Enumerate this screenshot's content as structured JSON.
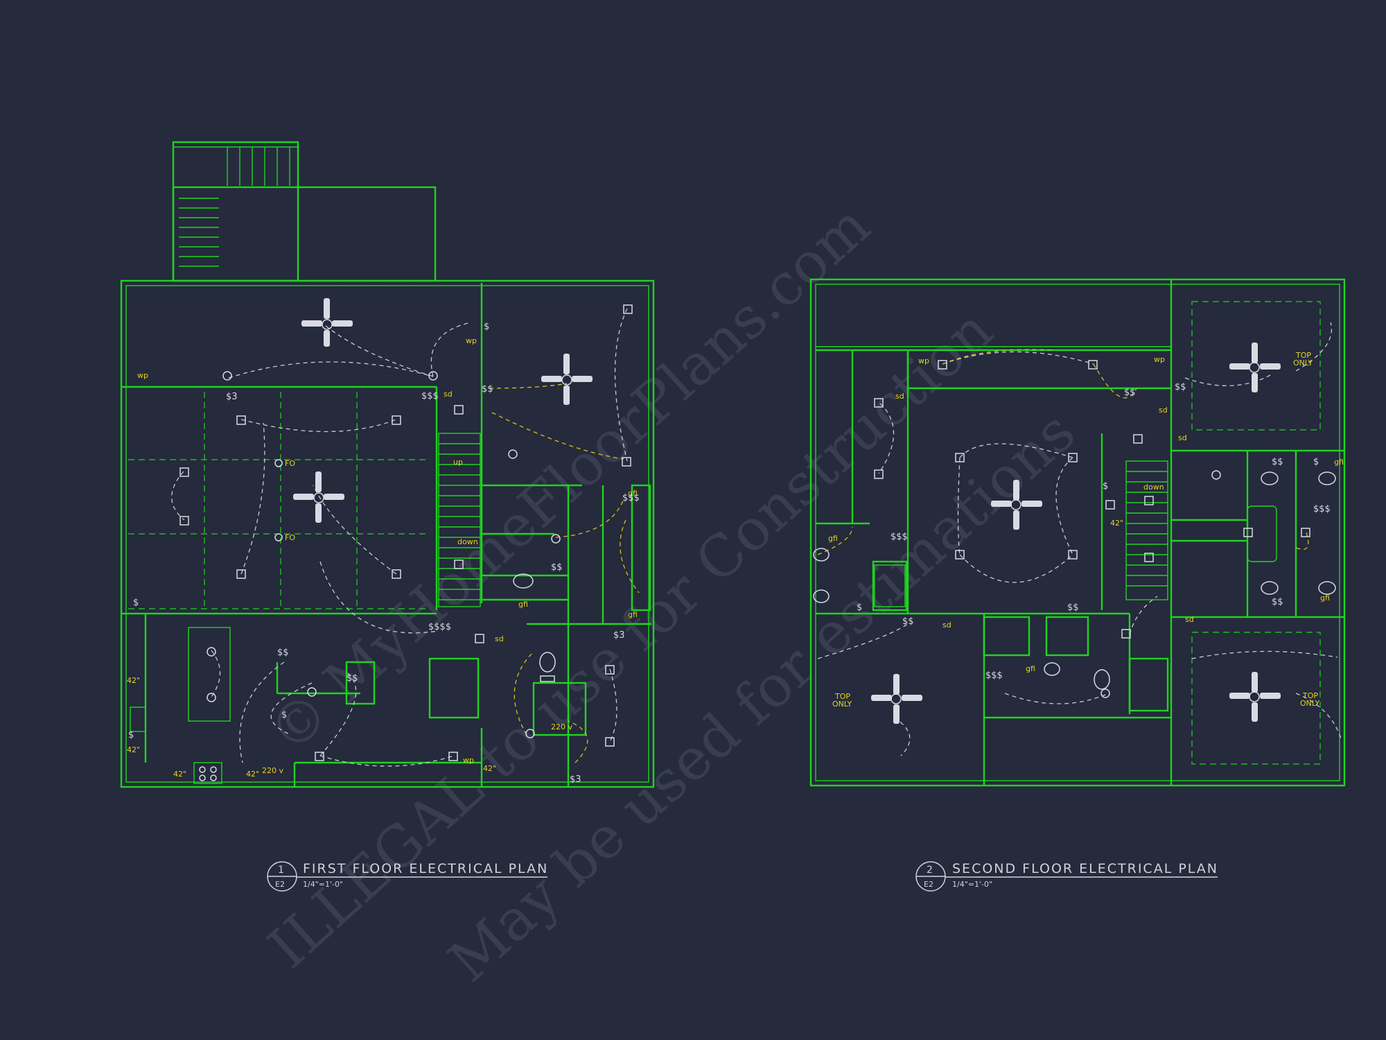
{
  "watermark": {
    "line1": "© MyHomeFloorPlans.com",
    "line2": "ILLEGAL to use for Construction",
    "line3": "May be used for estimations"
  },
  "drawings": [
    {
      "number": "1",
      "sheet": "E2",
      "title": "FIRST FLOOR ELECTRICAL PLAN",
      "scale": "1/4\"=1'-0\""
    },
    {
      "number": "2",
      "sheet": "E2",
      "title": "SECOND FLOOR ELECTRICAL PLAN",
      "scale": "1/4\"=1'-0\""
    }
  ],
  "first_floor_labels": {
    "wp": "wp",
    "fo": "FO",
    "up": "up",
    "down": "down",
    "gfi": "gfi",
    "sd": "sd",
    "h42": "42\"",
    "v220": "220 v",
    "sw3": "$3",
    "sw": "$",
    "sw2": "$$",
    "sw3x": "$$$",
    "sw4": "$$$$"
  },
  "second_floor_labels": {
    "wp": "wp",
    "down": "down",
    "gfi": "gfi",
    "sd": "sd",
    "h42": "42\"",
    "top": "TOP",
    "only": "ONLY",
    "sw": "$",
    "sw2": "$$",
    "sw3x": "$$$"
  },
  "colors": {
    "background": "#252a3c",
    "walls": "#1fd41f",
    "annotations": "#e4d51e",
    "fixtures": "#d8dbe3"
  }
}
